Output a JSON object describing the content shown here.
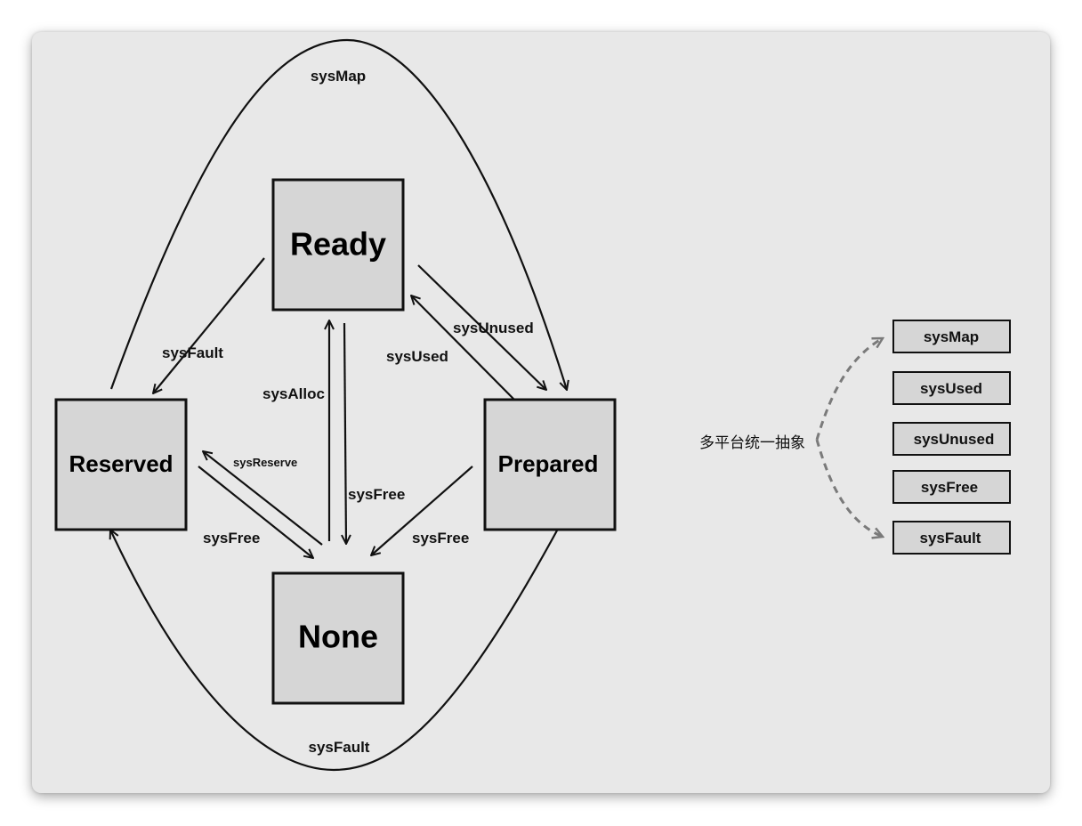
{
  "states": {
    "ready": "Ready",
    "reserved": "Reserved",
    "prepared": "Prepared",
    "none": "None"
  },
  "transitions": {
    "top_arc": "sysMap",
    "ready_to_reserved": "sysFault",
    "prepared_to_ready": "sysUsed",
    "ready_to_prepared": "sysUnused",
    "none_to_ready": "sysAlloc",
    "ready_to_none": "sysFree",
    "none_to_reserved": "sysReserve",
    "reserved_to_none": "sysFree",
    "prepared_to_none": "sysFree",
    "bottom_arc": "sysFault"
  },
  "abstraction": {
    "label": "多平台统一抽象",
    "functions": [
      "sysMap",
      "sysUsed",
      "sysUnused",
      "sysFree",
      "sysFault"
    ]
  },
  "colors": {
    "panel": "#e8e8e8",
    "state_fill": "#d6d6d6",
    "stroke": "#111111",
    "dashed": "#7a7a7a"
  }
}
